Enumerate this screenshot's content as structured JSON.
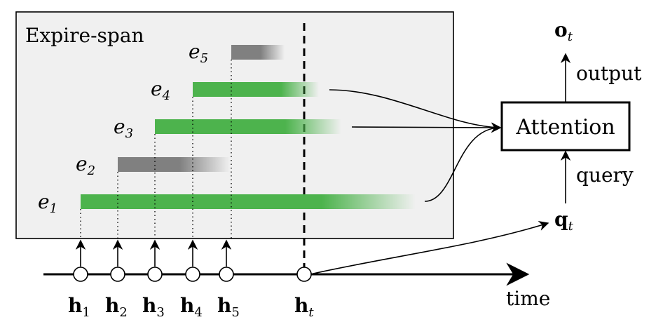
{
  "panel": {
    "title": "Expire-span"
  },
  "memories": [
    {
      "e": "e",
      "sub": "1",
      "h": "h",
      "hsub": "1",
      "color": "#4db34d",
      "expired": false
    },
    {
      "e": "e",
      "sub": "2",
      "h": "h",
      "hsub": "2",
      "color": "#808080",
      "expired": true
    },
    {
      "e": "e",
      "sub": "3",
      "h": "h",
      "hsub": "3",
      "color": "#4db34d",
      "expired": false
    },
    {
      "e": "e",
      "sub": "4",
      "h": "h",
      "hsub": "4",
      "color": "#4db34d",
      "expired": false
    },
    {
      "e": "e",
      "sub": "5",
      "h": "h",
      "hsub": "5",
      "color": "#808080",
      "expired": true
    }
  ],
  "current": {
    "h": "h",
    "sub": "t"
  },
  "axis": {
    "label": "time"
  },
  "attention": {
    "label": "Attention",
    "output_label": "output",
    "query_label": "query",
    "o": "o",
    "o_sub": "t",
    "q": "q",
    "q_sub": "t"
  },
  "colors": {
    "active": "#4db34d",
    "expired": "#808080",
    "panel_bg": "#f0f0f0"
  }
}
